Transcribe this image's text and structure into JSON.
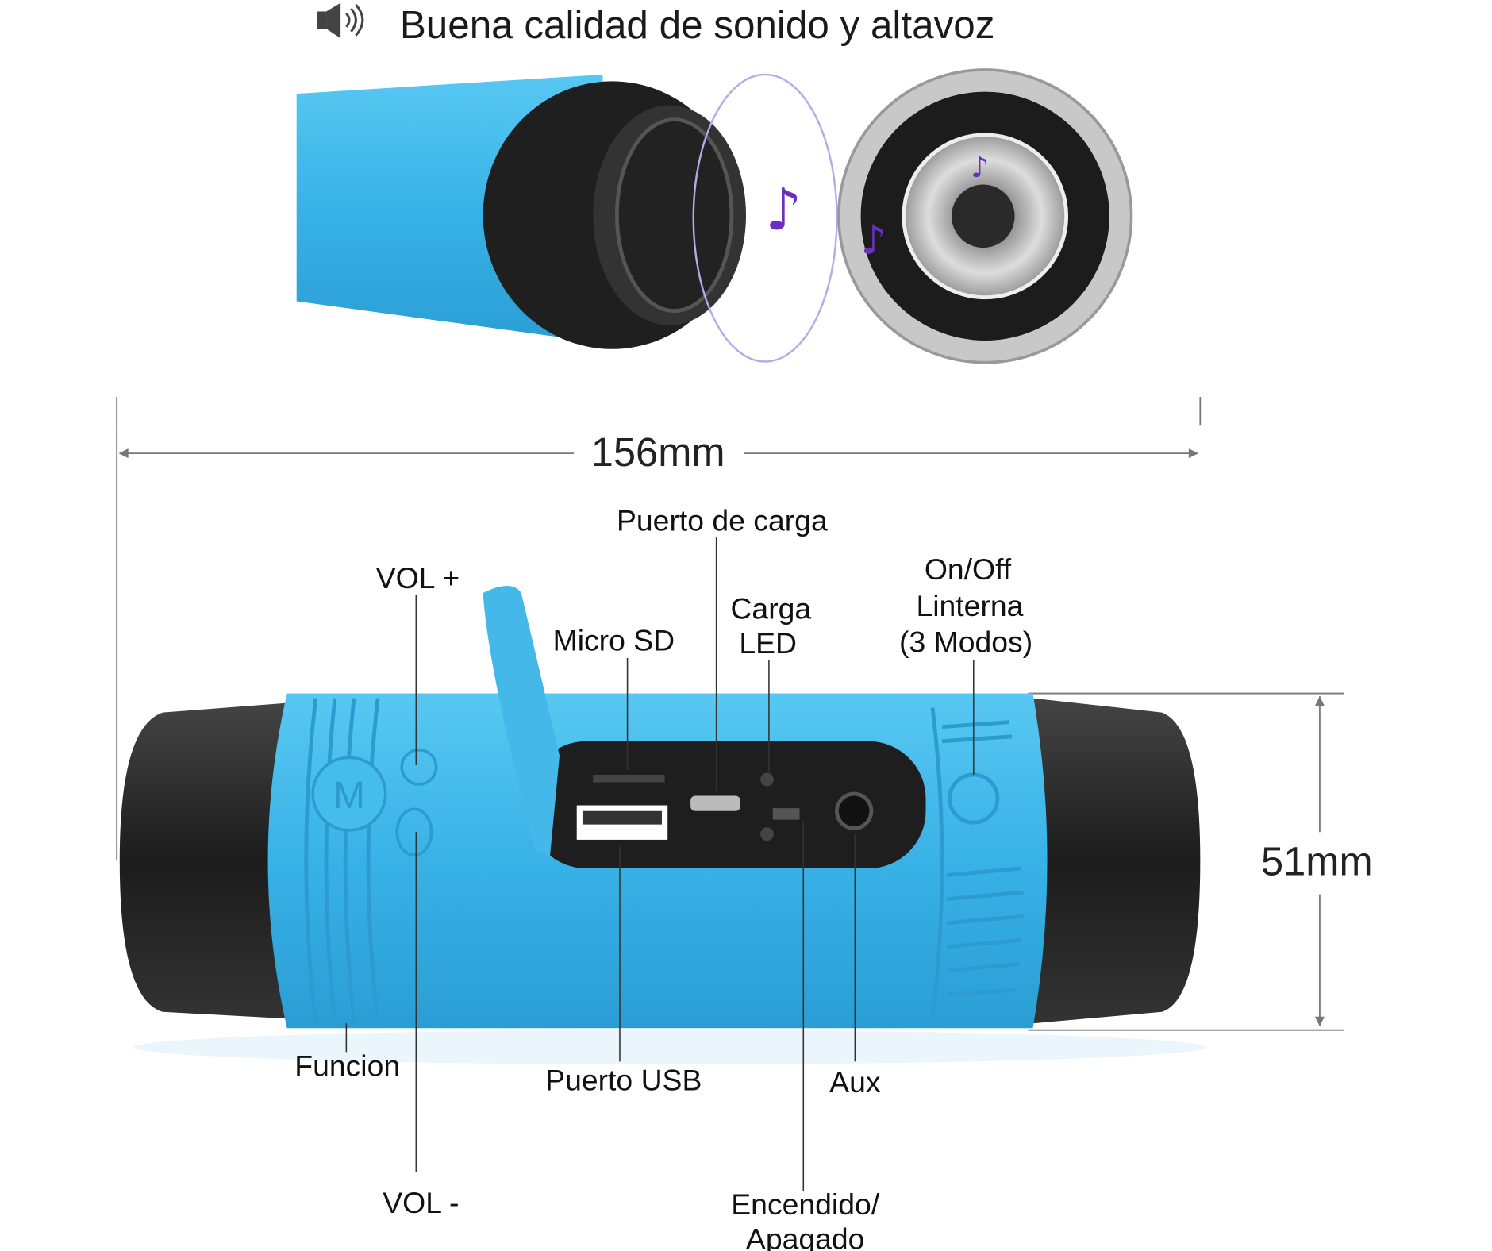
{
  "header": {
    "title": "Buena calidad de sonido y altavoz",
    "icon": "speaker-volume-icon"
  },
  "dimensions": {
    "length": "156mm",
    "diameter": "51mm"
  },
  "labels": {
    "vol_plus": "VOL +",
    "micro_sd": "Micro SD",
    "charging_port": "Puerto de carga",
    "charge_led_1": "Carga",
    "charge_led_2": "LED",
    "flashlight_1": "On/Off",
    "flashlight_2": "Linterna",
    "flashlight_3": "(3 Modos)",
    "function": "Funcion",
    "usb_port": "Puerto USB",
    "aux": "Aux",
    "vol_minus": "VOL -",
    "power_1": "Encendido/",
    "power_2": "Apagado"
  },
  "colors": {
    "body": "#3cb4e6",
    "rubber": "#2a2a2a",
    "accent": "#6a2fc0"
  }
}
